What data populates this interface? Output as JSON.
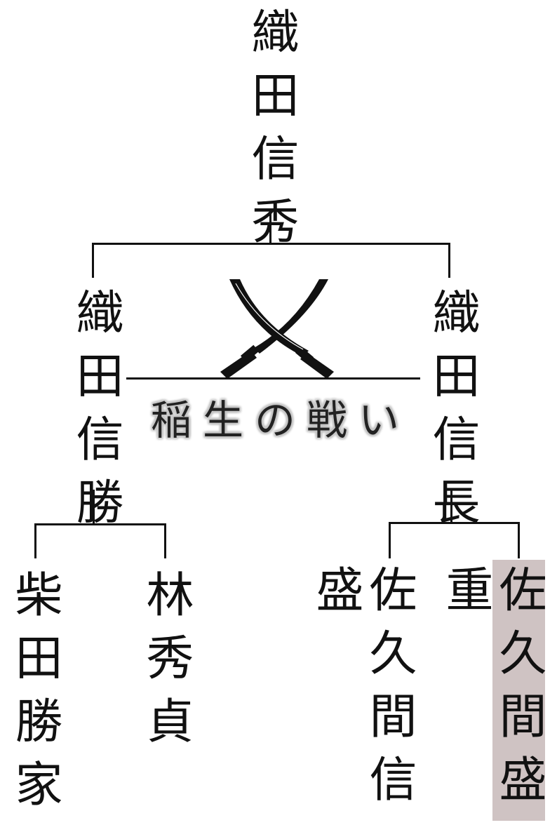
{
  "root": {
    "name": "織田信秀"
  },
  "children": [
    {
      "name": "織田信勝",
      "children": [
        {
          "name": "柴田勝家"
        },
        {
          "name": "林秀貞"
        }
      ]
    },
    {
      "name": "織田信長",
      "children": [
        {
          "name": "佐久間信盛"
        },
        {
          "name": "佐久間盛重",
          "highlighted": true
        }
      ]
    }
  ],
  "battle": {
    "label": "稲生の戦い",
    "icon": "crossed-swords-icon"
  },
  "colors": {
    "highlight": "#cfc3c3",
    "line": "#111111"
  }
}
